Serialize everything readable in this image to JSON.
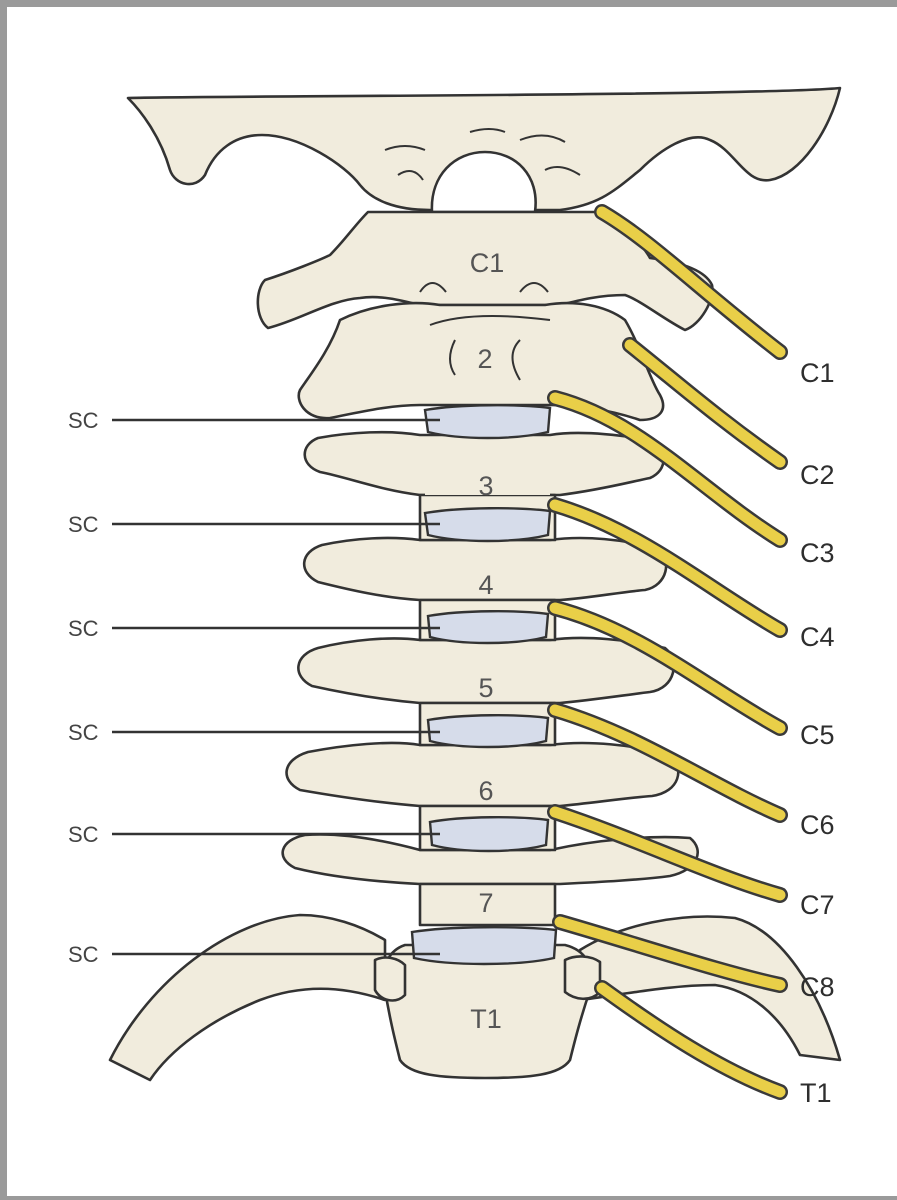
{
  "vertebrae": [
    "C1",
    "2",
    "3",
    "4",
    "5",
    "6",
    "7",
    "T1"
  ],
  "nerves": [
    "C1",
    "C2",
    "C3",
    "C4",
    "C5",
    "C6",
    "C7",
    "C8",
    "T1"
  ],
  "sc_labels": [
    "SC",
    "SC",
    "SC",
    "SC",
    "SC",
    "SC"
  ],
  "colors": {
    "bone": "#f1ecdd",
    "disc": "#d6dcea",
    "nerve": "#e9cf48",
    "outline": "#333333"
  }
}
